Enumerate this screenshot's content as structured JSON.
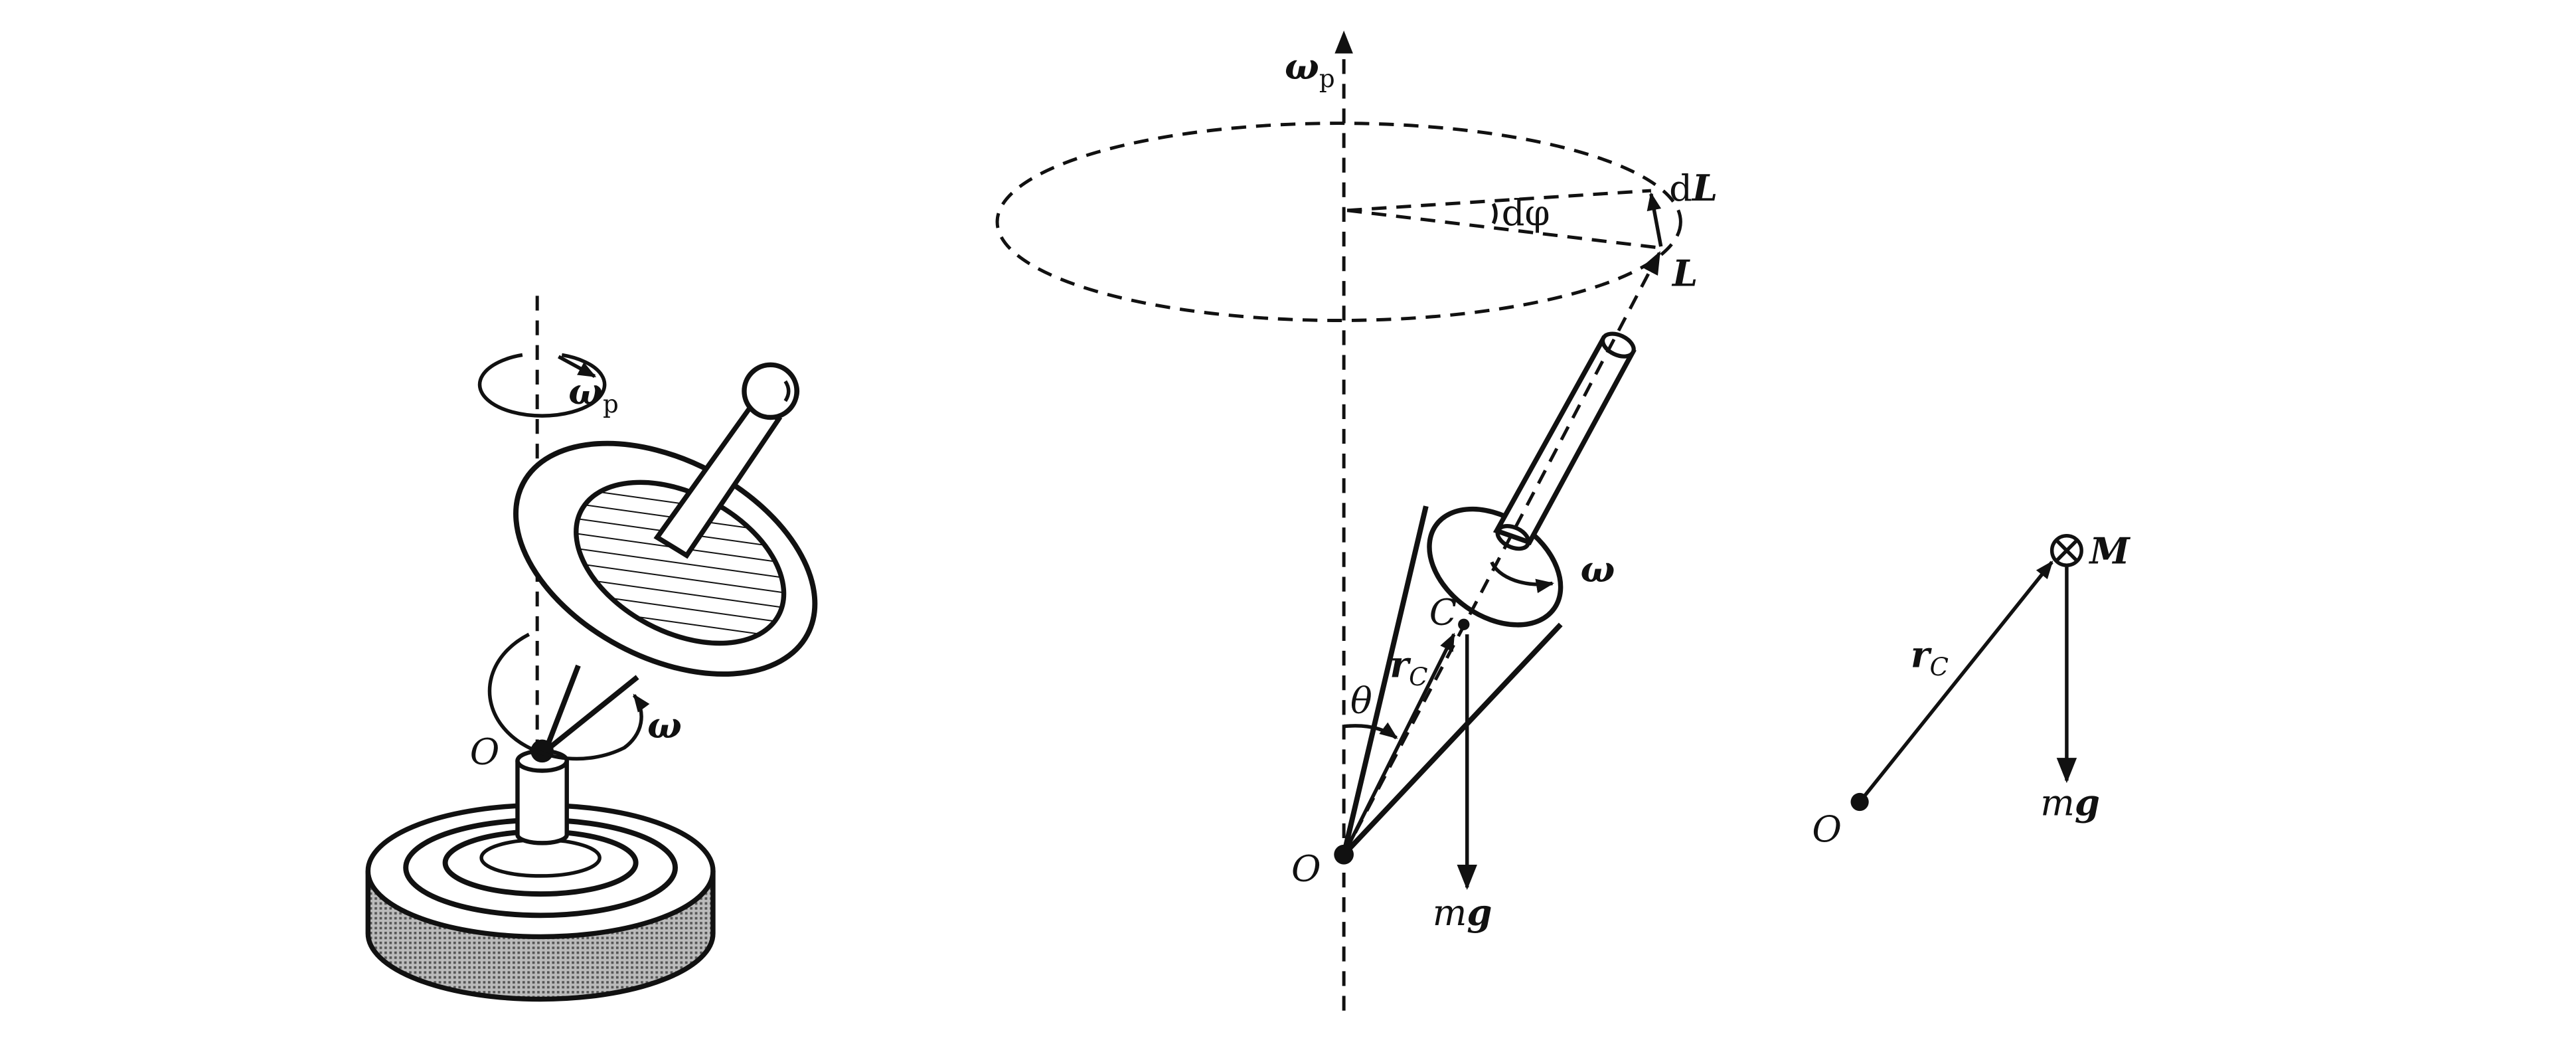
{
  "figure_left": {
    "precession_label": "ω",
    "precession_sub": "p",
    "spin_label": "ω",
    "pivot_label": "O"
  },
  "figure_middle": {
    "precession_label": "ω",
    "precession_sub": "p",
    "dL_prefix": "d",
    "dL_symbol": "L",
    "dphi_label": "dφ",
    "L_label": "L",
    "spin_label": "ω",
    "center_label": "C",
    "rc_symbol": "r",
    "rc_sub": "C",
    "theta_label": "θ",
    "pivot_label": "O",
    "weight_m": "m",
    "weight_g": "g"
  },
  "figure_right": {
    "torque_label": "M",
    "rc_symbol": "r",
    "rc_sub": "C",
    "pivot_label": "O",
    "weight_m": "m",
    "weight_g": "g"
  },
  "colors": {
    "ink": "#111111",
    "base_shade": "#8a8a8a"
  }
}
